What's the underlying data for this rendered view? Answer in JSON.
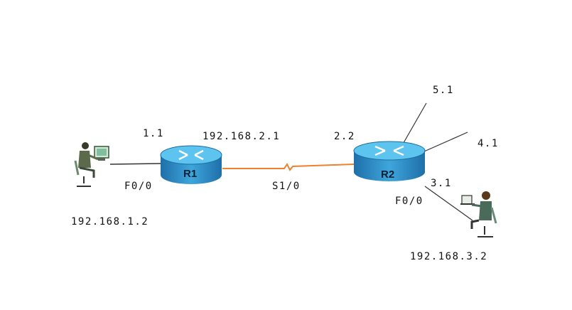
{
  "labels": {
    "r1_left_ip": "1.1",
    "serial_ip": "192.168.2.1",
    "r2_left_ip": "2.2",
    "r2_top_ip": "5.1",
    "r2_right_ip": "4.1",
    "r2_bottom_ip": "3.1",
    "r1_iface": "F0/0",
    "serial_iface": "S1/0",
    "r2_iface": "F0/0",
    "host1_ip": "192.168.1.2",
    "host2_ip": "192.168.3.2"
  },
  "routers": {
    "r1": {
      "name": "R1"
    },
    "r2": {
      "name": "R2"
    }
  },
  "colors": {
    "router_top": "#3fb7e6",
    "router_side": "#2a88c5",
    "serial_link": "#ff7a1a",
    "ethernet_link": "#444444"
  }
}
